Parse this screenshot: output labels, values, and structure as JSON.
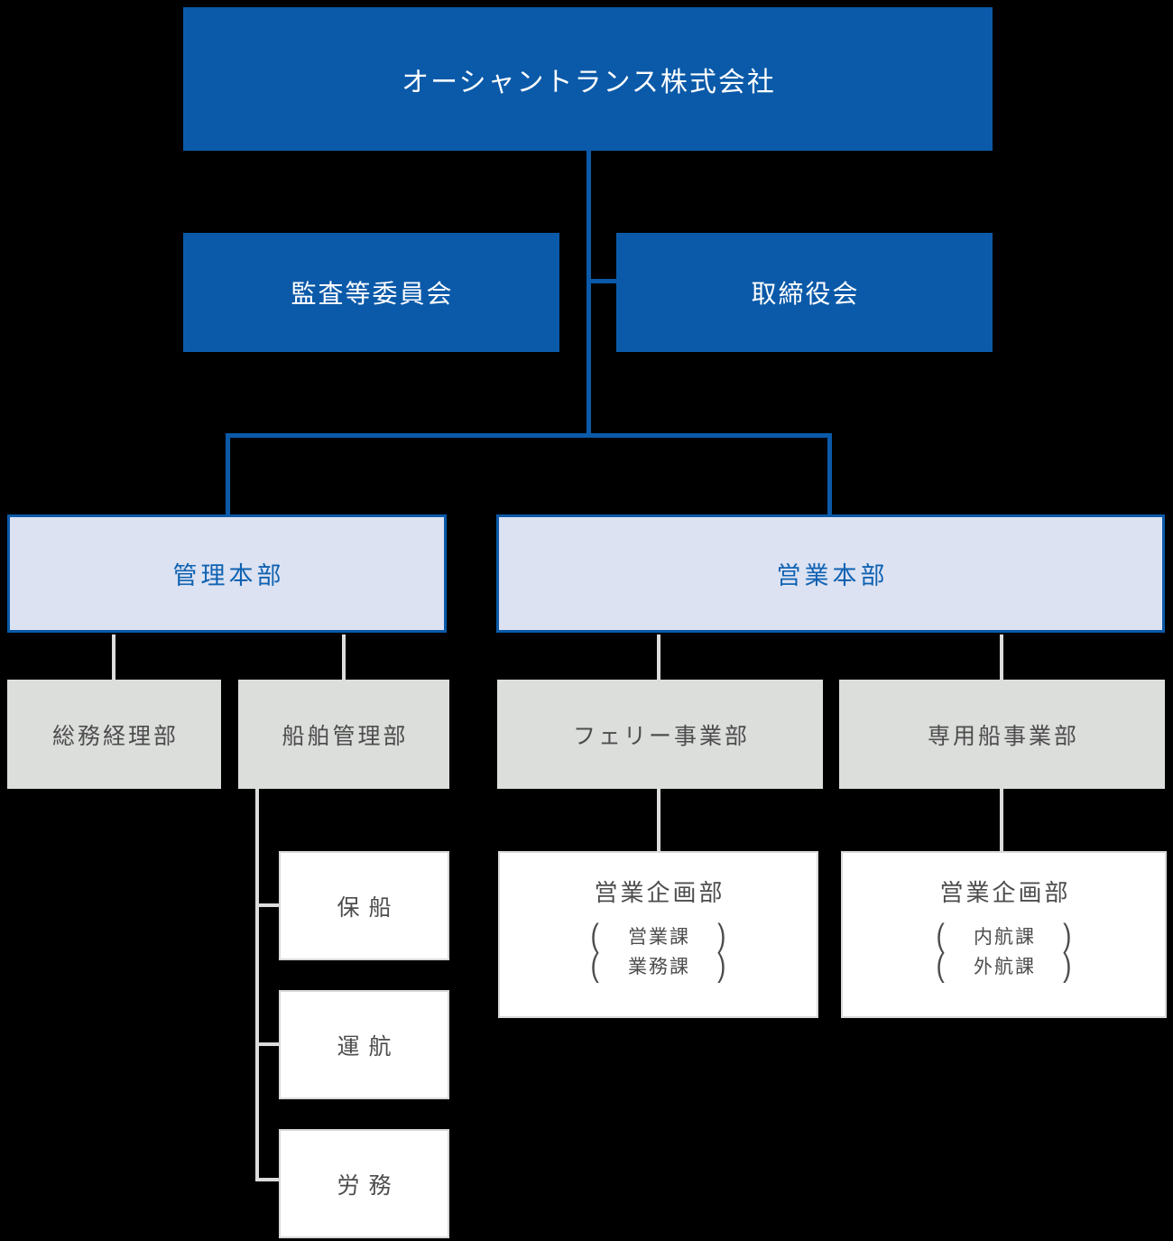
{
  "colors": {
    "primary_blue": "#0b5aa9",
    "division_text": "#0f62b2",
    "light_blue_fill": "#dce2f2",
    "gray_fill": "#dcdedc",
    "connector_gray": "#dcdcdc",
    "white_box_border": "#d9d9d9",
    "dark_text": "#4d4d4d",
    "bg": "#000000"
  },
  "org": {
    "root": {
      "label": "オーシャントランス株式会社"
    },
    "governance": [
      {
        "label": "監査等委員会"
      },
      {
        "label": "取締役会"
      }
    ],
    "divisions": [
      {
        "label": "管理本部",
        "departments": [
          {
            "label": "総務経理部"
          },
          {
            "label": "船舶管理部",
            "sections": [
              {
                "label": "保船"
              },
              {
                "label": "運航"
              },
              {
                "label": "労務"
              }
            ]
          }
        ]
      },
      {
        "label": "営業本部",
        "departments": [
          {
            "label": "フェリー事業部",
            "child": {
              "title": "営業企画部",
              "units": [
                "営業課",
                "業務課"
              ]
            }
          },
          {
            "label": "専用船事業部",
            "child": {
              "title": "営業企画部",
              "units": [
                "内航課",
                "外航課"
              ]
            }
          }
        ]
      }
    ]
  }
}
